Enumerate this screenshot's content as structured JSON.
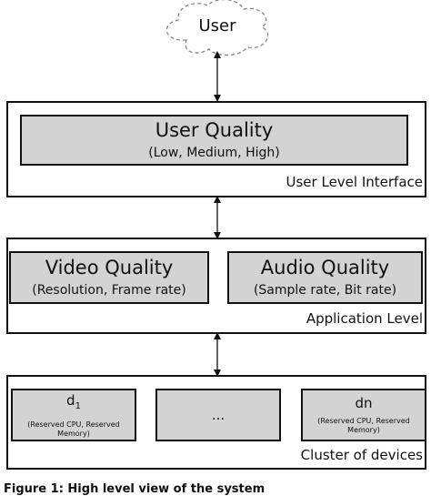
{
  "user": {
    "label": "User"
  },
  "layers": {
    "user_interface": {
      "label": "User Level Interface",
      "box": {
        "title": "User Quality",
        "subtitle": "(Low, Medium, High)"
      }
    },
    "application": {
      "label": "Application Level",
      "video": {
        "title": "Video Quality",
        "subtitle": "(Resolution, Frame rate)"
      },
      "audio": {
        "title": "Audio Quality",
        "subtitle": "(Sample rate, Bit rate)"
      }
    },
    "cluster": {
      "label": "Cluster of devices",
      "devices": [
        {
          "name": "d",
          "sub_index": "1",
          "detail": "(Reserved CPU, Reserved Memory)"
        },
        {
          "name": "...",
          "detail": ""
        },
        {
          "name": "dn",
          "detail": "(Reserved CPU, Reserved Memory)"
        }
      ]
    }
  },
  "caption": "Figure 1: High level view of the system"
}
